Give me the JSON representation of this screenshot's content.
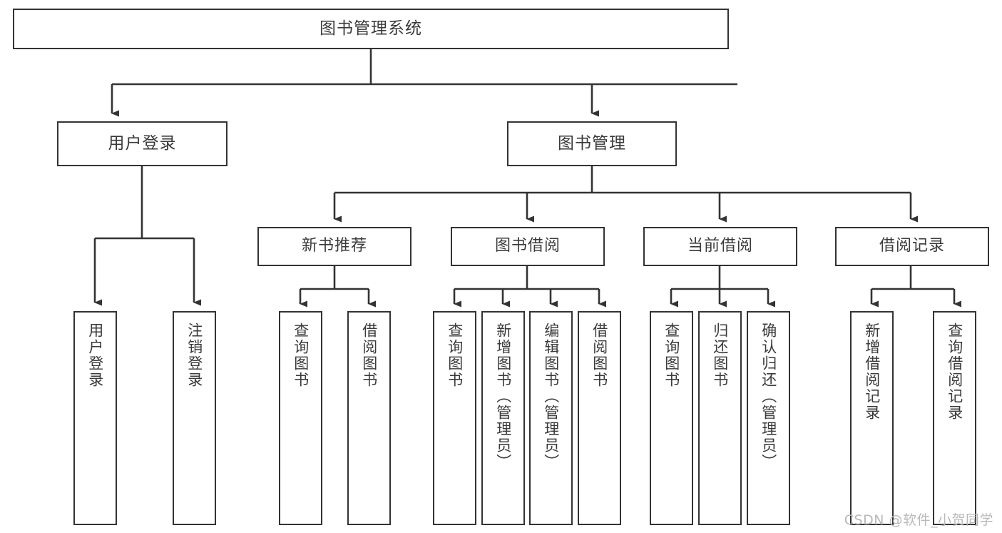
{
  "diagram": {
    "title": "图书管理系统",
    "type": "tree",
    "orientation": "top-down",
    "stroke_color": "#333333",
    "text_color": "#3a3a3a",
    "background_color": "#ffffff",
    "watermark": "CSDN @软件_小贺同学",
    "nodes": {
      "root": {
        "label": "图书管理系统"
      },
      "level2": [
        {
          "id": "user-login",
          "label": "用户登录"
        },
        {
          "id": "book-management",
          "label": "图书管理"
        }
      ],
      "level3": [
        {
          "id": "new-book-recommend",
          "label": "新书推荐"
        },
        {
          "id": "book-borrow",
          "label": "图书借阅"
        },
        {
          "id": "current-borrow",
          "label": "当前借阅"
        },
        {
          "id": "borrow-record",
          "label": "借阅记录"
        }
      ],
      "leaves": {
        "user_login": [
          {
            "id": "leaf-user-login",
            "label": "用户登录"
          },
          {
            "id": "leaf-logout-login",
            "label": "注销登录"
          }
        ],
        "new_book_recommend": [
          {
            "id": "leaf-query-book-1",
            "label": "查询图书"
          },
          {
            "id": "leaf-borrow-book-1",
            "label": "借阅图书"
          }
        ],
        "book_borrow": [
          {
            "id": "leaf-query-book-2",
            "label": "查询图书"
          },
          {
            "id": "leaf-add-book",
            "label": "新增图书（管理员）"
          },
          {
            "id": "leaf-edit-book",
            "label": "编辑图书（管理员）"
          },
          {
            "id": "leaf-borrow-book-2",
            "label": "借阅图书"
          }
        ],
        "current_borrow": [
          {
            "id": "leaf-query-book-3",
            "label": "查询图书"
          },
          {
            "id": "leaf-return-book",
            "label": "归还图书"
          },
          {
            "id": "leaf-confirm-return",
            "label": "确认归还（管理员）"
          }
        ],
        "borrow_record": [
          {
            "id": "leaf-add-record",
            "label": "新增借阅记录"
          },
          {
            "id": "leaf-query-record",
            "label": "查询借阅记录"
          }
        ]
      }
    },
    "edges": [
      {
        "from": "图书管理系统",
        "to": "用户登录"
      },
      {
        "from": "图书管理系统",
        "to": "图书管理"
      },
      {
        "from": "用户登录",
        "to": "用户登录"
      },
      {
        "from": "用户登录",
        "to": "注销登录"
      },
      {
        "from": "图书管理",
        "to": "新书推荐"
      },
      {
        "from": "图书管理",
        "to": "图书借阅"
      },
      {
        "from": "图书管理",
        "to": "当前借阅"
      },
      {
        "from": "图书管理",
        "to": "借阅记录"
      },
      {
        "from": "新书推荐",
        "to": "查询图书"
      },
      {
        "from": "新书推荐",
        "to": "借阅图书"
      },
      {
        "from": "图书借阅",
        "to": "查询图书"
      },
      {
        "from": "图书借阅",
        "to": "新增图书（管理员）"
      },
      {
        "from": "图书借阅",
        "to": "编辑图书（管理员）"
      },
      {
        "from": "图书借阅",
        "to": "借阅图书"
      },
      {
        "from": "当前借阅",
        "to": "查询图书"
      },
      {
        "from": "当前借阅",
        "to": "归还图书"
      },
      {
        "from": "当前借阅",
        "to": "确认归还（管理员）"
      },
      {
        "from": "借阅记录",
        "to": "新增借阅记录"
      },
      {
        "from": "借阅记录",
        "to": "查询借阅记录"
      }
    ]
  }
}
